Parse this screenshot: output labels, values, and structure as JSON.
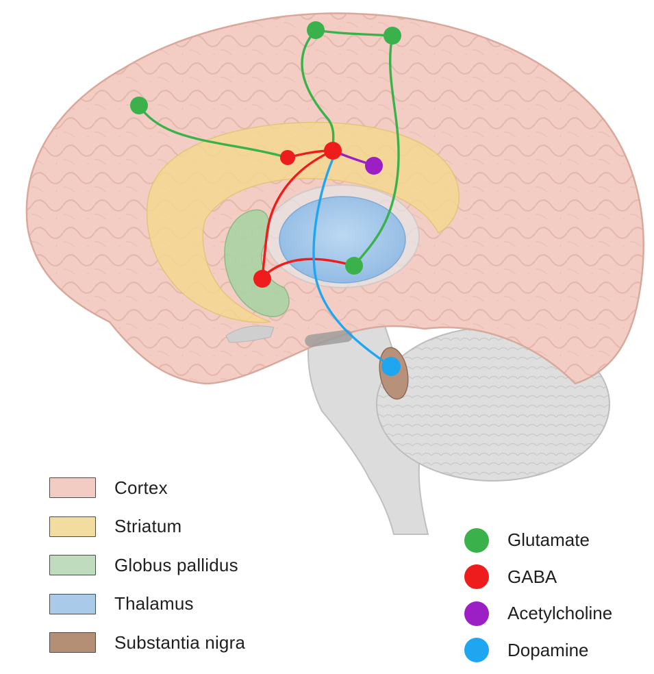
{
  "regions": [
    {
      "label": "Cortex",
      "color": "#f2cbc2"
    },
    {
      "label": "Striatum",
      "color": "#f3dca0"
    },
    {
      "label": "Globus pallidus",
      "color": "#bfdcbe"
    },
    {
      "label": "Thalamus",
      "color": "#a9cbe9"
    },
    {
      "label": "Substantia nigra",
      "color": "#b48f76"
    }
  ],
  "neurotransmitters": [
    {
      "label": "Glutamate",
      "color": "#3ab14a"
    },
    {
      "label": "GABA",
      "color": "#ee1c1c"
    },
    {
      "label": "Acetylcholine",
      "color": "#9b1fc4"
    },
    {
      "label": "Dopamine",
      "color": "#1fa6f0"
    }
  ]
}
